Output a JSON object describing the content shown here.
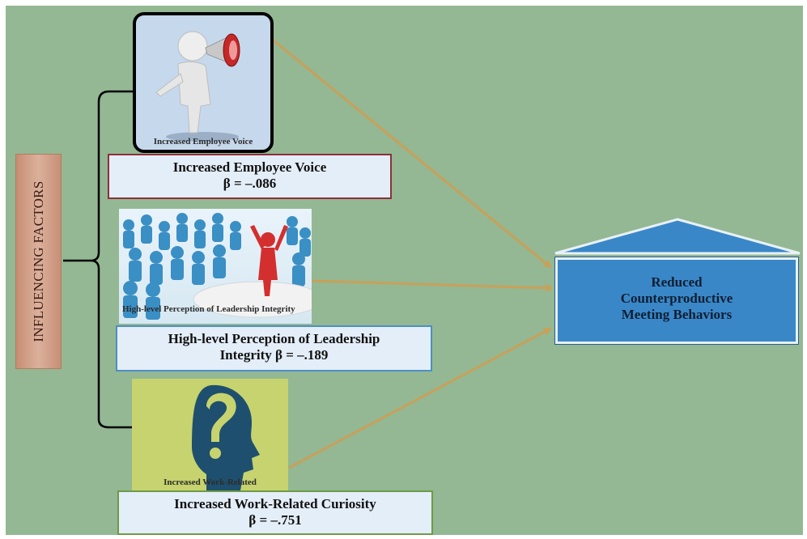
{
  "factors_label": "INFLUENCING FACTORS",
  "factors": [
    {
      "image_caption": "Increased Employee Voice",
      "label_line1": "Increased Employee Voice",
      "label_line2": "β = –.086",
      "border_color": "#8e2f3b",
      "icon": "megaphone-person-icon"
    },
    {
      "image_caption": "High-level Perception of Leadership Integrity",
      "label_line1": "High-level Perception of Leadership",
      "label_line2": "Integrity β = –.189",
      "border_color": "#4d8fc4",
      "icon": "crowd-leader-icon"
    },
    {
      "image_caption": "Increased Work-Related",
      "label_line1": "Increased Work-Related Curiosity",
      "label_line2": "β = –.751",
      "border_color": "#6f9a48",
      "icon": "question-head-icon"
    }
  ],
  "outcome": {
    "line1": "Reduced",
    "line2": "Counterproductive",
    "line3": "Meeting Behaviors",
    "color": "#3a87c8"
  },
  "colors": {
    "background": "#93b893",
    "arrow": "#c9a05a",
    "bracket": "#000000"
  }
}
